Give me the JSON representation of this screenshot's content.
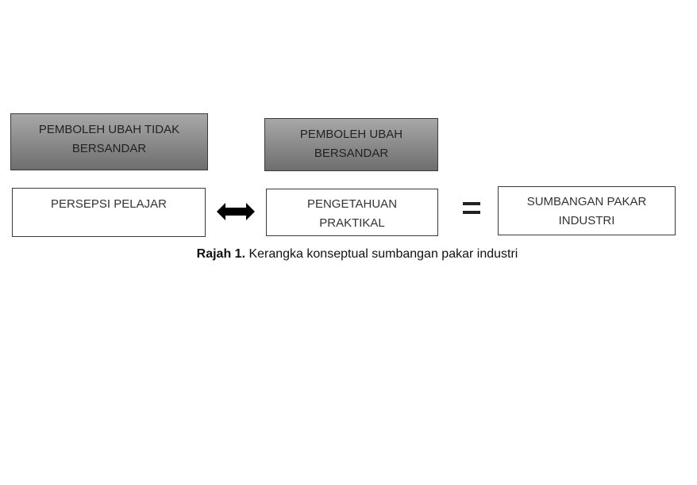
{
  "diagram": {
    "independent_variable_header": [
      "PEMBOLEH UBAH TIDAK",
      "BERSANDAR"
    ],
    "dependent_variable_header": [
      "PEMBOLEH UBAH",
      "BERSANDAR"
    ],
    "independent_variable": [
      "PERSEPSI PELAJAR"
    ],
    "dependent_variable": [
      "PENGETAHUAN",
      "PRAKTIKAL"
    ],
    "outcome": [
      "SUMBANGAN PAKAR",
      "INDUSTRI"
    ],
    "relation_icon": "double-arrow-icon",
    "result_icon": "equals-icon"
  },
  "caption": {
    "label": "Rajah 1.",
    "text": " Kerangka konseptual sumbangan pakar industri"
  }
}
